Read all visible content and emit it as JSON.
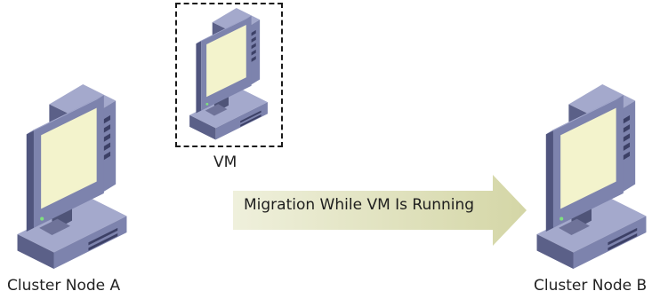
{
  "diagram": {
    "vm_label": "VM",
    "node_a_label": "Cluster Node A",
    "node_b_label": "Cluster Node B",
    "arrow_label": "Migration While VM Is Running"
  },
  "colors": {
    "case_front": "#7d83ad",
    "case_side": "#5b6088",
    "case_top": "#a4a9cc",
    "screen": "#f3f3cc",
    "arrow_fill": "#dfe0bf",
    "dashed_border": "#1a1a1a"
  },
  "icons": {
    "computer": "desktop-computer-icon"
  }
}
